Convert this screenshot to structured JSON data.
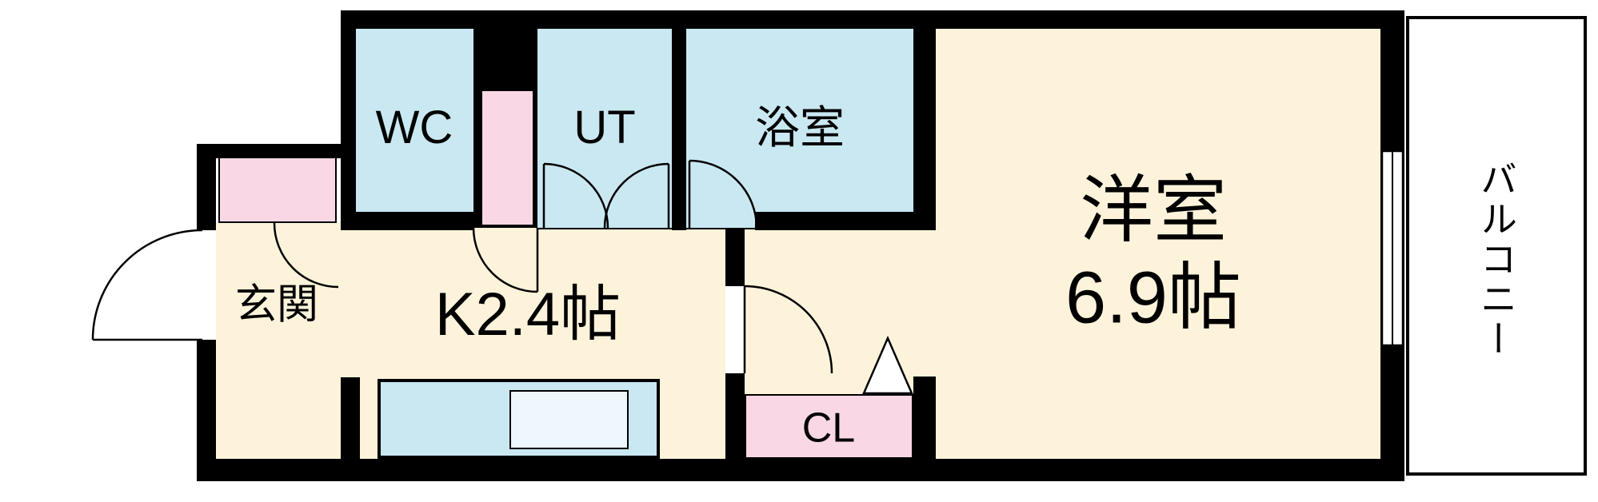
{
  "plan": {
    "rooms": {
      "wc": {
        "label": "WC"
      },
      "ut": {
        "label": "UT"
      },
      "bathroom": {
        "label": "浴室"
      },
      "western_room": {
        "label": "洋室",
        "size": "6.9帖"
      },
      "entrance": {
        "label": "玄関"
      },
      "kitchen": {
        "label": "K2.4帖"
      },
      "closet": {
        "label": "CL"
      },
      "balcony": {
        "label": "バルコニー"
      }
    },
    "colors": {
      "wall": "#000000",
      "wet_area_fill": "#c9e8f2",
      "floor_fill": "#fcf3da",
      "storage_fill": "#f9d7e4",
      "background": "#ffffff"
    }
  }
}
